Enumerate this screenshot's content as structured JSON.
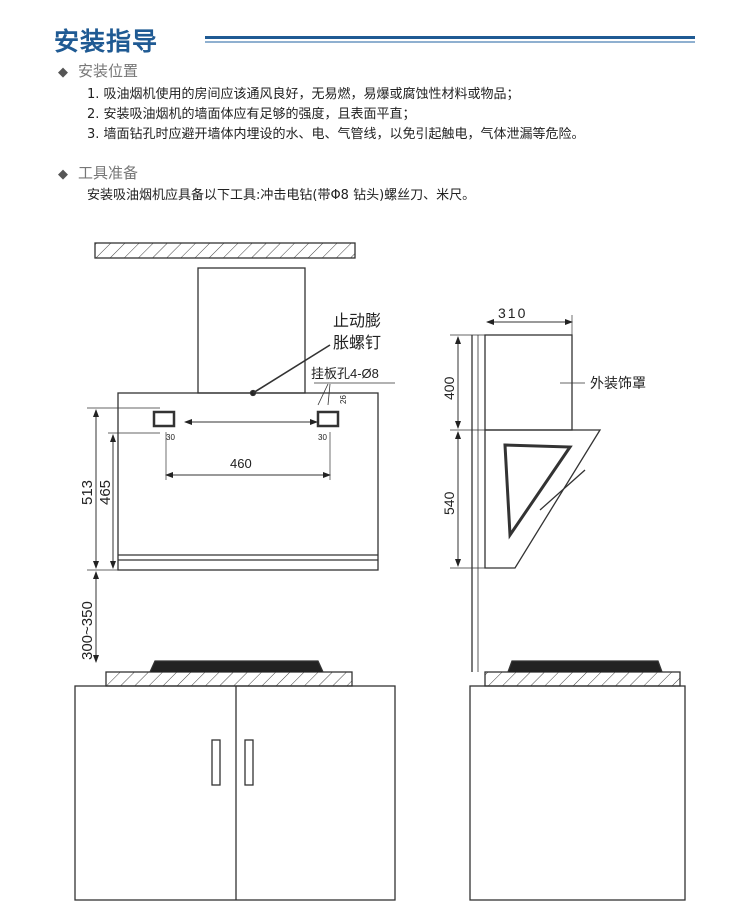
{
  "header": {
    "title": "安装指导"
  },
  "sections": [
    {
      "heading": "安装位置",
      "lines": [
        "1. 吸油烟机使用的房间应该通风良好，无易燃，易爆或腐蚀性材料或物品；",
        "2. 安装吸油烟机的墙面体应有足够的强度，且表面平直；",
        "3. 墙面钻孔时应避开墙体内埋设的水、电、气管线，以免引起触电，气体泄漏等危险。"
      ]
    },
    {
      "heading": "工具准备",
      "lines": [
        "安装吸油烟机应具备以下工具:冲击电钻(带Φ8 钻头)螺丝刀、米尺。"
      ]
    }
  ],
  "diagram": {
    "front": {
      "screw_label_1": "止动膨",
      "screw_label_2": "胀螺钉",
      "hole_label": "挂板孔4-Ø8",
      "dim_460": "460",
      "dim_513": "513",
      "dim_465": "465",
      "dim_30a": "30",
      "dim_30b": "30",
      "dim_26": "26",
      "dim_height": "300~350"
    },
    "side": {
      "dim_310": "310",
      "dim_400": "400",
      "dim_540": "540",
      "cover_label": "外装饰罩"
    }
  }
}
